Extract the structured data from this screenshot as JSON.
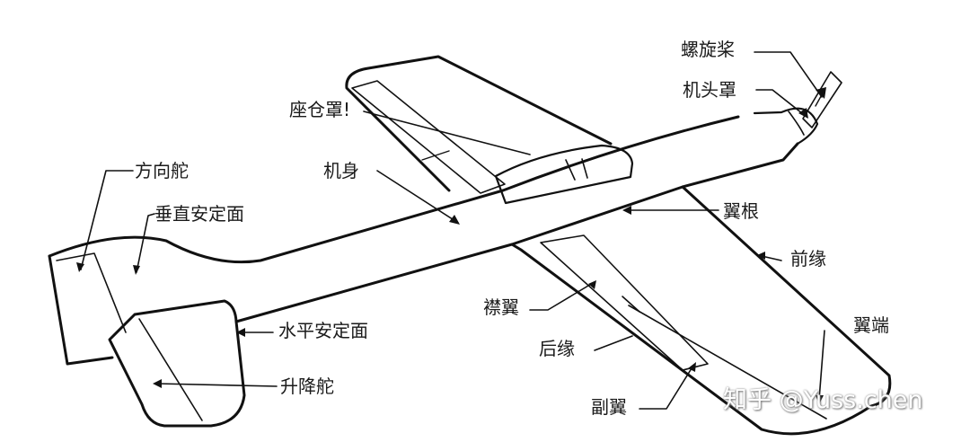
{
  "labels": {
    "propeller": "螺旋桨",
    "cowling": "机头罩",
    "canopy": "座仓罩!",
    "fuselage": "机身",
    "rudder": "方向舵",
    "vertical_stabilizer": "垂直安定面",
    "wing_root": "翼根",
    "leading_edge": "前缘",
    "flap": "襟翼",
    "horizontal_stabilizer": "水平安定面",
    "trailing_edge": "后缘",
    "wing_tip": "翼端",
    "elevator": "升降舵",
    "aileron": "副翼"
  },
  "watermark": "知乎 @Yuss.chen",
  "colors": {
    "line": "#111111",
    "label": "#1a1a1a",
    "background": "#ffffff"
  }
}
